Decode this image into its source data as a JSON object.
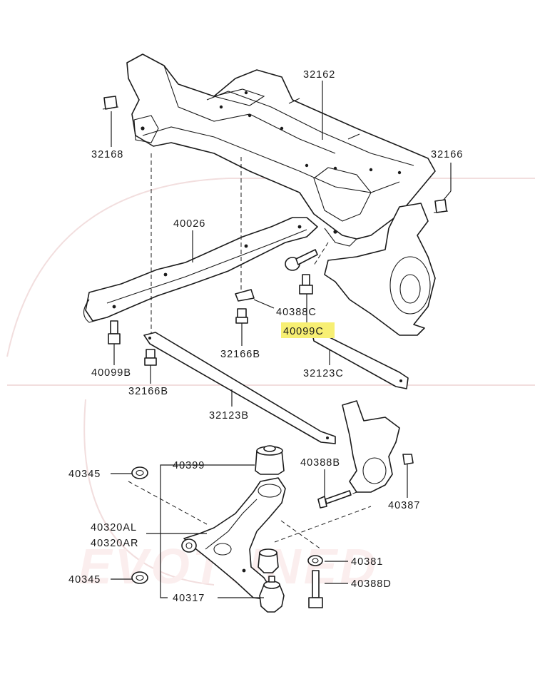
{
  "labels": {
    "l32162": "32162",
    "l32168": "32168",
    "l32166": "32166",
    "l40026": "40026",
    "l40388C": "40388C",
    "l40099C": "40099C",
    "l32166B_a": "32166B",
    "l40099B": "40099B",
    "l32123C": "32123C",
    "l32166B_b": "32166B",
    "l32123B": "32123B",
    "l40345_a": "40345",
    "l40399": "40399",
    "l40388B": "40388B",
    "l40387": "40387",
    "l40320AL": "40320AL",
    "l40320AR": "40320AR",
    "l40381": "40381",
    "l40345_b": "40345",
    "l40388D": "40388D",
    "l40317": "40317"
  },
  "watermark": "EVOTUNED",
  "colors": {
    "highlight": "#f7ef73",
    "ink": "#1b1b1b",
    "watermark": "#f2dede"
  }
}
